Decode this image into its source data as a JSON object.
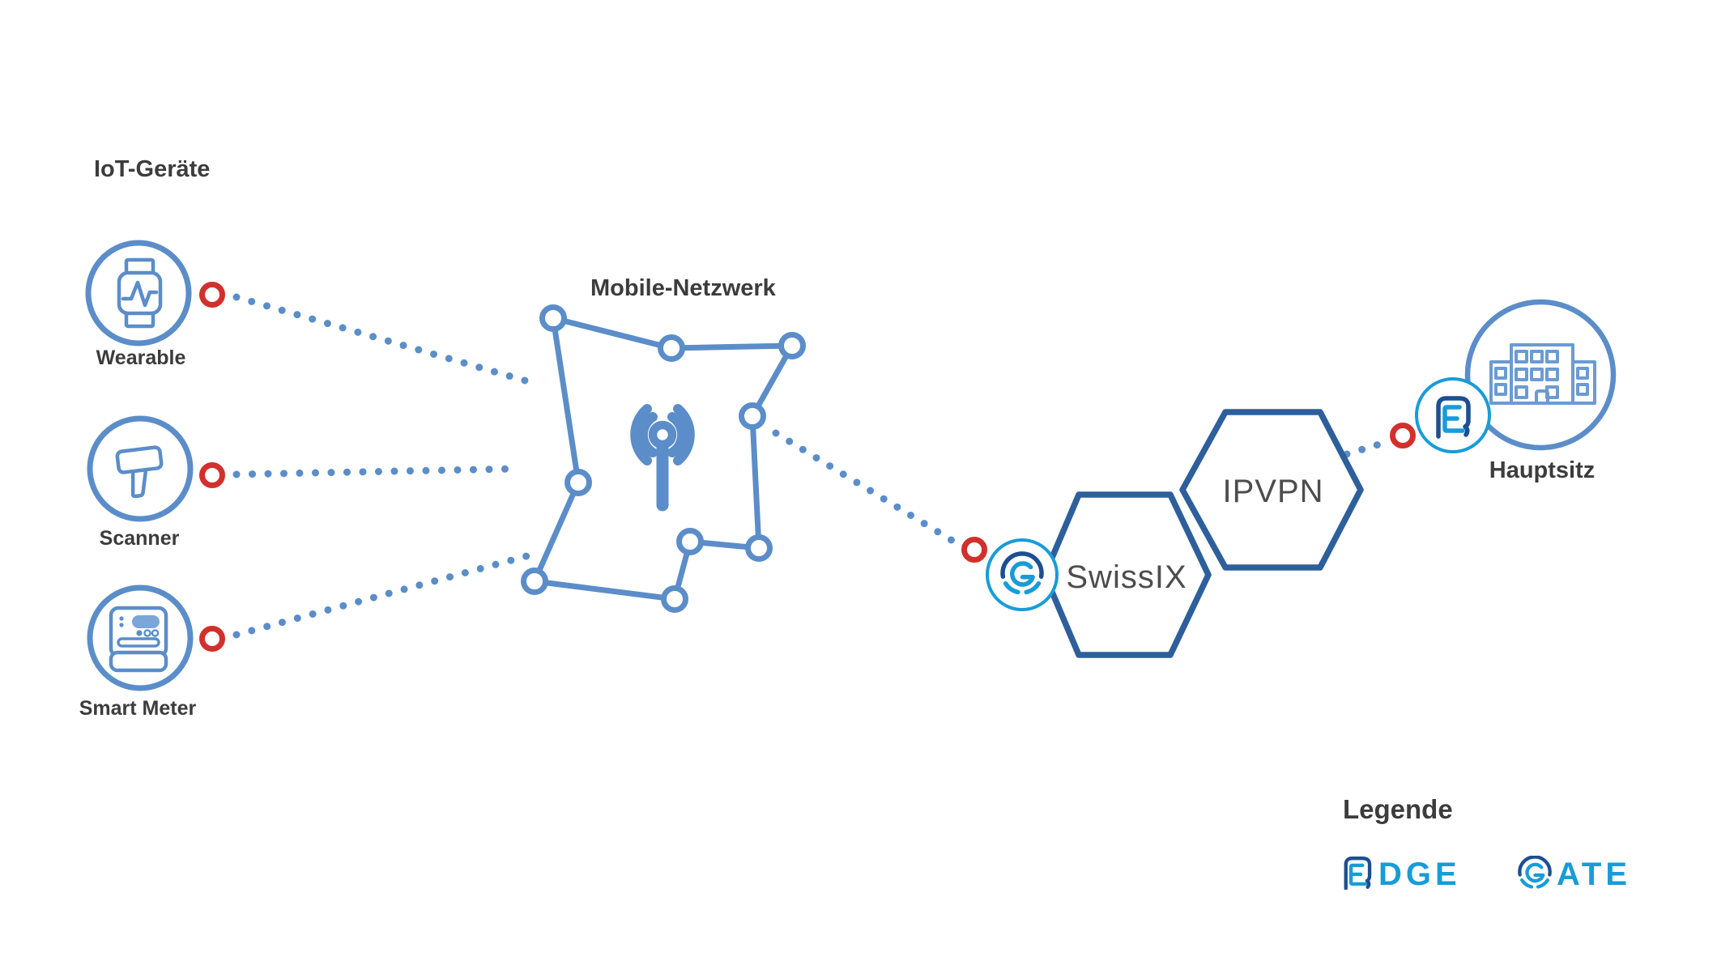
{
  "iot": {
    "title": "IoT-Geräte"
  },
  "devices": [
    {
      "label": "Wearable",
      "icon": "smartwatch-icon"
    },
    {
      "label": "Scanner",
      "icon": "barcode-scanner-icon"
    },
    {
      "label": "Smart Meter",
      "icon": "smart-meter-icon"
    }
  ],
  "network": {
    "label": "Mobile-Netzwerk",
    "icon": "antenna-icon"
  },
  "exchange": {
    "label": "SwissIX",
    "icon": "gate-icon"
  },
  "vpn": {
    "label": "IPVPN"
  },
  "headquarters": {
    "label": "Hauptsitz",
    "icon": "building-icon"
  },
  "legend": {
    "title": "Legende",
    "edge": {
      "word": "EDGE",
      "rest": "DGE",
      "icon": "edge-logo-icon"
    },
    "gate": {
      "word": "GATE",
      "rest": "ATE",
      "icon": "gate-logo-icon"
    }
  },
  "colors": {
    "line_blue": "#5b8dc9",
    "hex_navy": "#2d5f9b",
    "cyan": "#189cd8",
    "logo_navy": "#1c4f93",
    "ring_red": "#d2302c",
    "text_dark": "#3c3c3c"
  }
}
